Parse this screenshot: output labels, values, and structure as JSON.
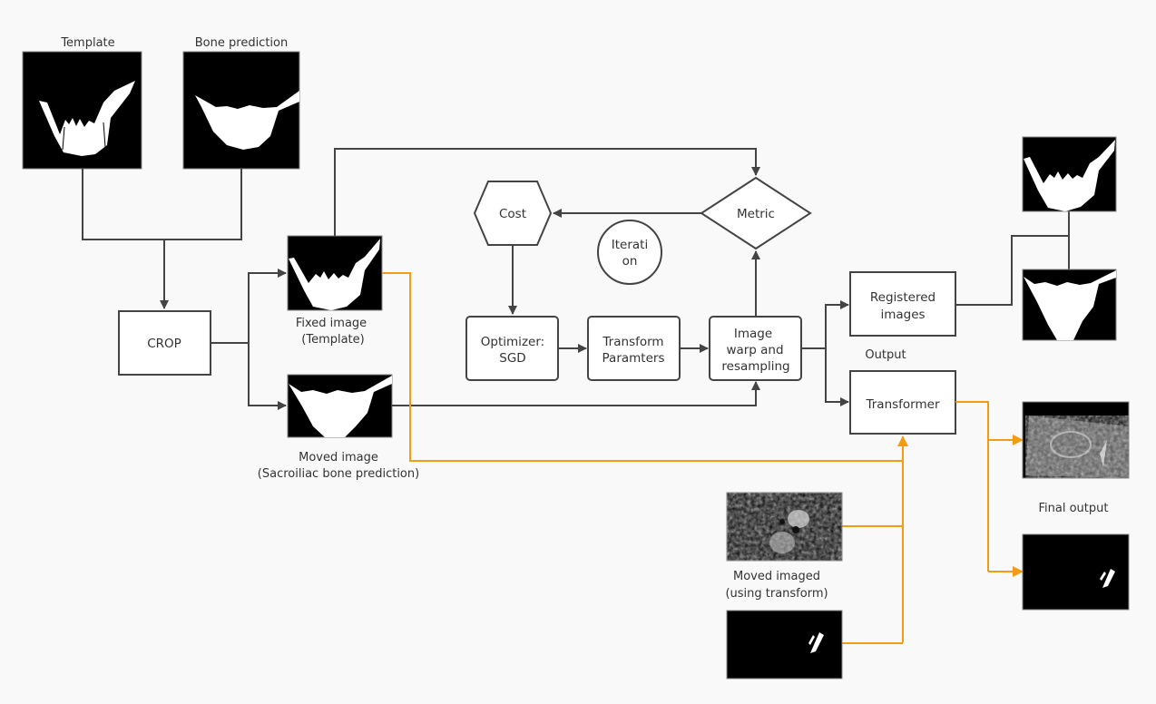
{
  "labels": {
    "template": "Template",
    "bone_prediction": "Bone prediction",
    "fixed_image_line1": "Fixed image",
    "fixed_image_line2": "(Template)",
    "moved_image_line1": "Moved image",
    "moved_image_line2": "(Sacroiliac bone prediction)",
    "output": "Output",
    "final_output": "Final output",
    "moved_imaged_line1": "Moved imaged",
    "moved_imaged_line2": "(using transform)"
  },
  "nodes": {
    "crop": "CROP",
    "cost": "Cost",
    "metric": "Metric",
    "iteration_line1": "Iterati",
    "iteration_line2": "on",
    "optimizer_line1": "Optimizer:",
    "optimizer_line2": "SGD",
    "transform_params_line1": "Transform",
    "transform_params_line2": "Paramters",
    "warp_line1": "Image",
    "warp_line2": "warp and",
    "warp_line3": "resampling",
    "registered_line1": "Registered",
    "registered_line2": "images",
    "transformer": "Transformer"
  },
  "colors": {
    "line": "#444444",
    "highlight_line": "#f39c12",
    "background": "#f9f9f9"
  }
}
